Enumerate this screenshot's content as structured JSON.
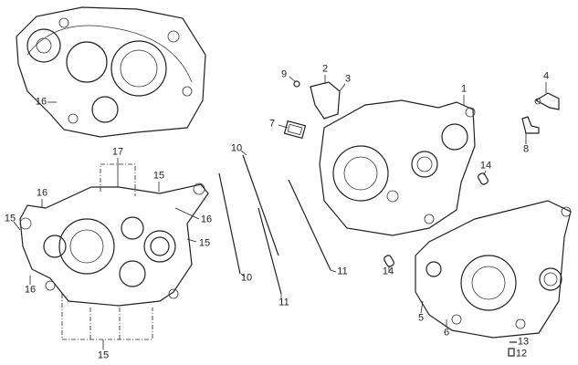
{
  "diagram": {
    "title": "Crankcase exploded view",
    "callouts": {
      "top_left_16": "16",
      "c9": "9",
      "c2": "2",
      "c3": "3",
      "c7": "7",
      "c1": "1",
      "c4": "4",
      "c8": "8",
      "c10_top": "10",
      "c14_top": "14",
      "c17": "17",
      "c15_top": "15",
      "c16_left": "16",
      "c15_left": "15",
      "c16_right": "16",
      "c15_right": "15",
      "c16_bottom": "16",
      "c10_bottom": "10",
      "c11_right": "11",
      "c11_bottom": "11",
      "c14_bottom": "14",
      "c5": "5",
      "c6": "6",
      "c13": "13",
      "c12": "12",
      "c15_bottom": "15"
    }
  }
}
